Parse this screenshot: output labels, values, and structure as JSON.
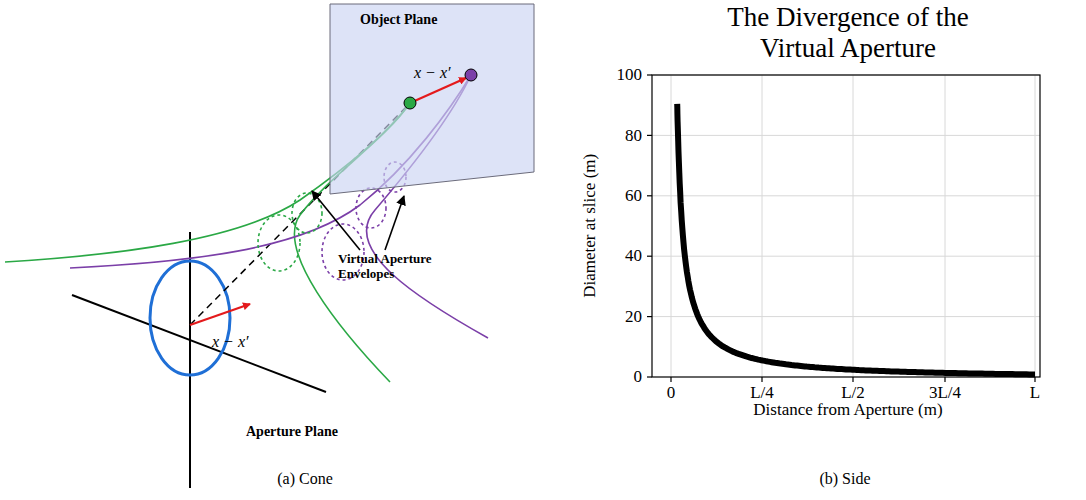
{
  "diagram": {
    "nodes": [
      {
        "text": [
          "Object Plane",
          "x − x′"
        ]
      }
    ],
    "labels": [
      "x − x′",
      "Virtual Aperture Envelopes",
      "Aperture Plane",
      "(a) Cone",
      "The Divergence of the Virtual Aperture",
      "100",
      "80",
      "60",
      "40",
      "20",
      "0",
      "0",
      "L/4",
      "L/2",
      "3L/4",
      "L",
      "Diameter at slice (m)",
      "Distance from Aperture (m)",
      "(b) Side"
    ]
  }
}
